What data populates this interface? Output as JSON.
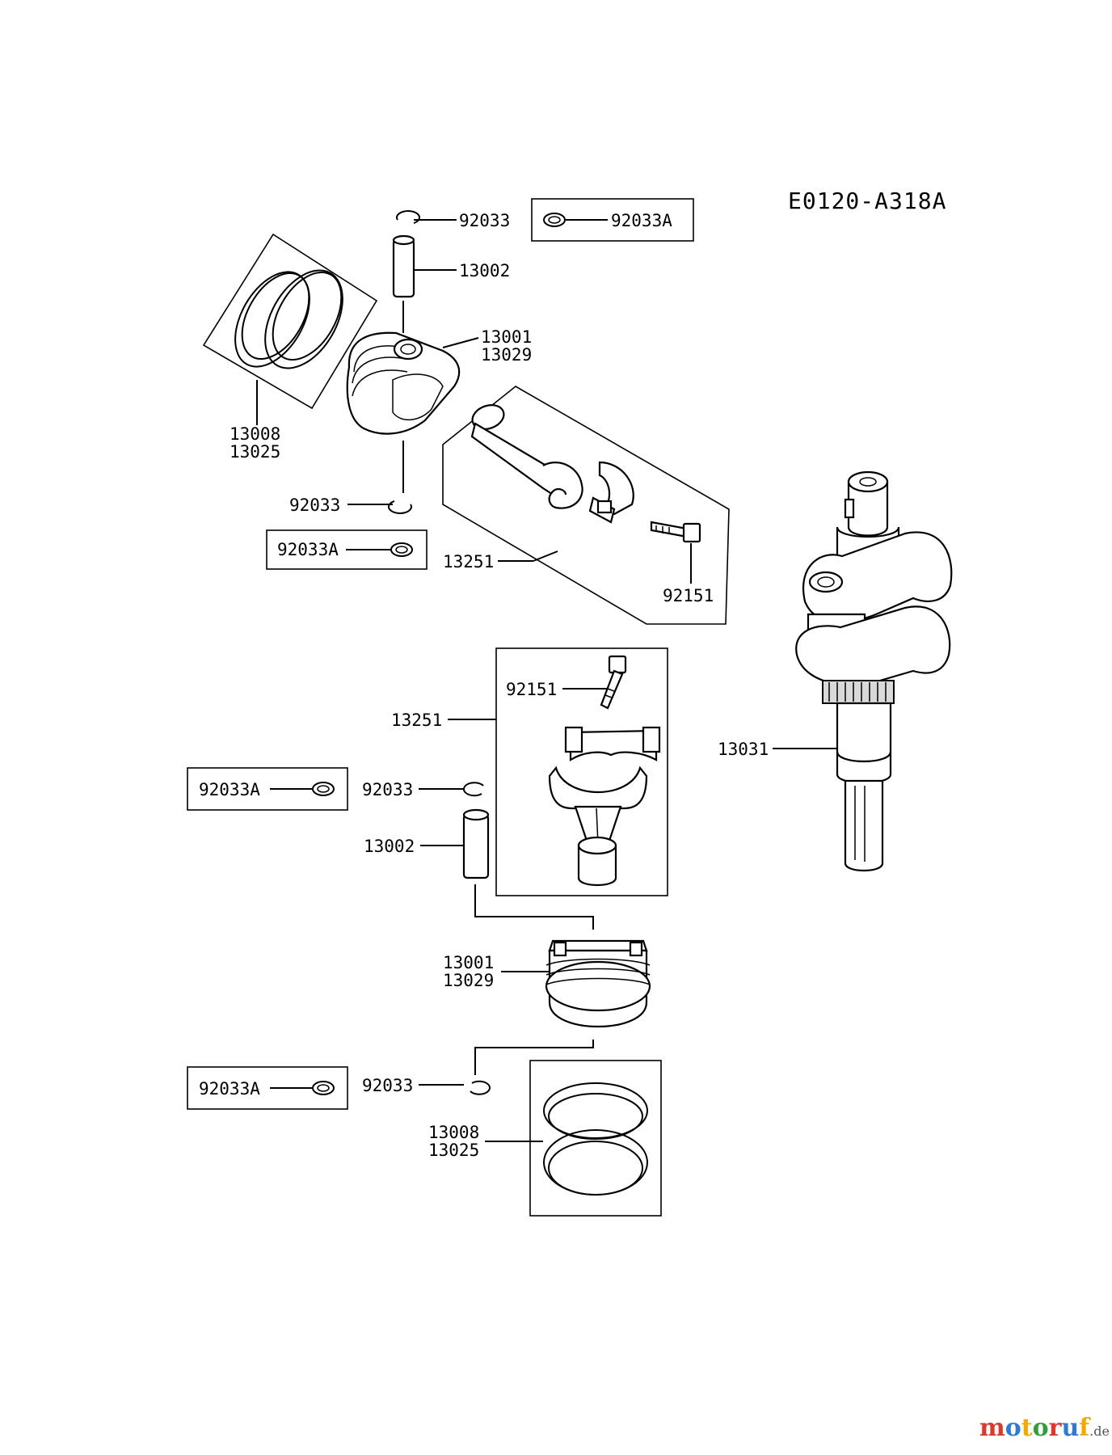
{
  "diagram_code": "E0120-A318A",
  "labels": {
    "clip_top": "92033",
    "clip_top_alt": "92033A",
    "pin_top": "13002",
    "piston_top_a": "13001",
    "piston_top_b": "13029",
    "rings_top_a": "13008",
    "rings_top_b": "13025",
    "clip_mid": "92033",
    "clip_mid_alt": "92033A",
    "rod_top": "13251",
    "bolt_top": "92151",
    "bolt_lower": "92151",
    "rod_lower": "13251",
    "crankshaft": "13031",
    "clip_lower_alt": "92033A",
    "clip_lower": "92033",
    "pin_lower": "13002",
    "piston_lower_a": "13001",
    "piston_lower_b": "13029",
    "clip_bottom_alt": "92033A",
    "clip_bottom": "92033",
    "rings_lower_a": "13008",
    "rings_lower_b": "13025"
  },
  "watermark": {
    "letters": [
      "m",
      "o",
      "t",
      "o",
      "r",
      "u",
      "f"
    ],
    "colors": [
      "#d93a2b",
      "#2f7bd1",
      "#f2a900",
      "#2f9e3a",
      "#d93a2b",
      "#2f7bd1",
      "#f2a900"
    ],
    "suffix": ".de"
  }
}
